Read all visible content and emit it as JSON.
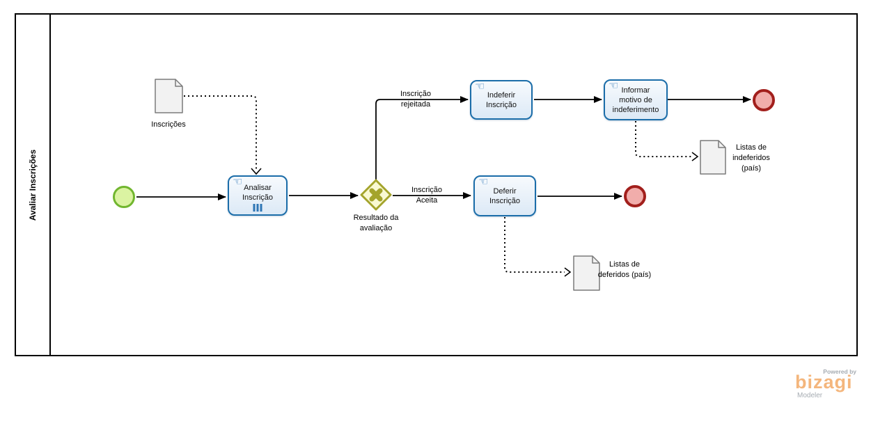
{
  "pool": {
    "lane_title": "Avaliar Inscrições"
  },
  "icons": {
    "manual_task": "☜"
  },
  "process": {
    "tasks": {
      "analisar": {
        "label": "Analisar Inscrição"
      },
      "indeferir": {
        "label": "Indeferir Inscrição"
      },
      "informar": {
        "label": "Informar motivo de indeferimento"
      },
      "deferir": {
        "label": "Deferir Inscrição"
      }
    },
    "gateway": {
      "label": "Resultado da avaliação"
    },
    "flow_labels": {
      "rejeitada": "Inscrição rejeitada",
      "aceita": "Inscrição Aceita"
    },
    "documents": {
      "inscricoes": {
        "label": "Inscrições"
      },
      "listas_indeferidos": {
        "label": "Listas de indeferidos (país)"
      },
      "listas_deferidos": {
        "label": "Listas de deferidos (país)"
      }
    }
  },
  "branding": {
    "powered_by": "Powered by",
    "logo": "bizagi",
    "product": "Modeler"
  },
  "colors": {
    "task_border": "#1B6DA9",
    "task_fill_top": "#F7FAFD",
    "task_fill_bottom": "#DCE9F6",
    "task_icon": "#2E76B5",
    "start_border": "#71B62F",
    "start_fill": "#DBF3A2",
    "end_border": "#A21F1C",
    "end_fill": "#F1ADAB",
    "gateway_border": "#A4A42C",
    "gateway_fill": "#F9F9D2",
    "doc_fill": "#F2F2F2",
    "doc_border": "#7A7A7A",
    "logo_orange": "#F4B67D",
    "logo_gray": "#A6ACB2"
  }
}
